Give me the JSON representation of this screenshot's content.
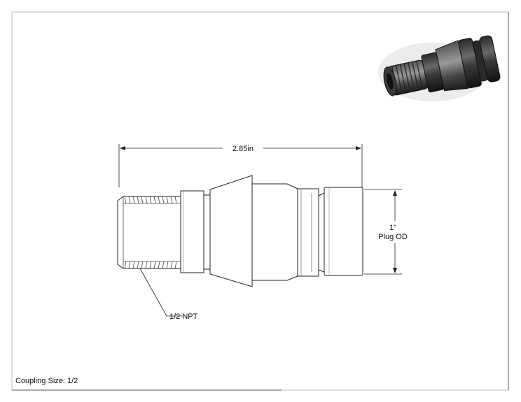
{
  "drawing": {
    "overall_length": "2.85in",
    "plug_od_value": "1\"",
    "plug_od_label": "Plug OD",
    "thread_callout": "1/2 NPT"
  },
  "title_block": {
    "coupling_size": "Coupling Size: 1/2"
  }
}
